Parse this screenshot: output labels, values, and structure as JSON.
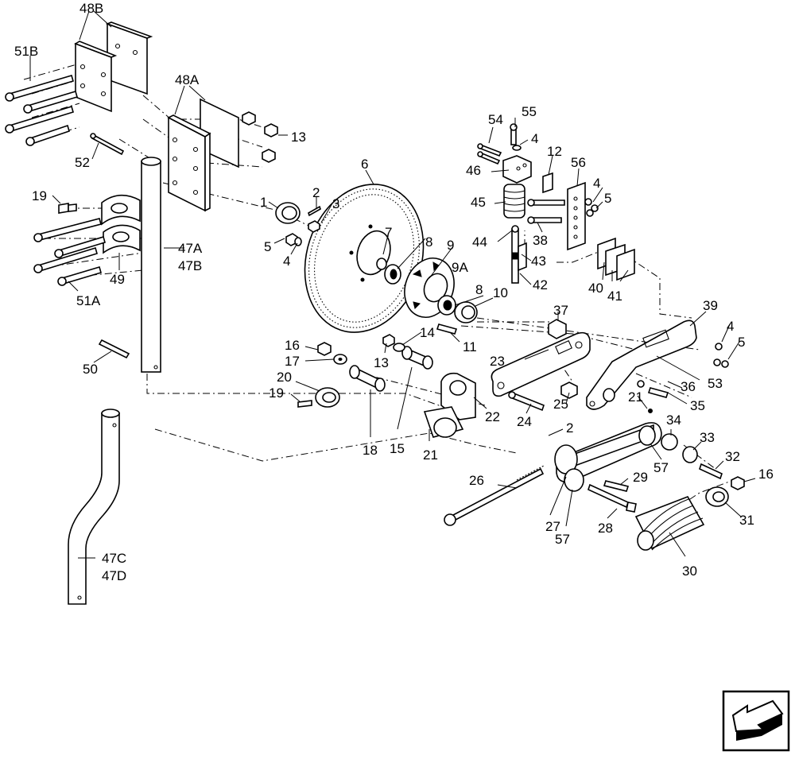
{
  "diagram": {
    "callouts": [
      "48B",
      "51B",
      "48A",
      "13",
      "52",
      "6",
      "2",
      "3",
      "1",
      "19",
      "5",
      "7",
      "4",
      "8",
      "9",
      "9A",
      "47A",
      "47B",
      "49",
      "51A",
      "8",
      "10",
      "54",
      "55",
      "4",
      "12",
      "46",
      "56",
      "4",
      "5",
      "45",
      "38",
      "44",
      "43",
      "42",
      "40",
      "41",
      "37",
      "39",
      "4",
      "5",
      "16",
      "17",
      "14",
      "13",
      "11",
      "20",
      "23",
      "19",
      "36",
      "53",
      "21",
      "35",
      "22",
      "24",
      "25",
      "34",
      "18",
      "15",
      "21",
      "2",
      "33",
      "32",
      "57",
      "26",
      "29",
      "16",
      "31",
      "27",
      "57",
      "28",
      "30",
      "47C",
      "47D",
      "50"
    ]
  },
  "colors": {
    "ink": "#000000",
    "paper": "#ffffff"
  },
  "icons": {
    "orientation": "direction-arrow-icon"
  }
}
